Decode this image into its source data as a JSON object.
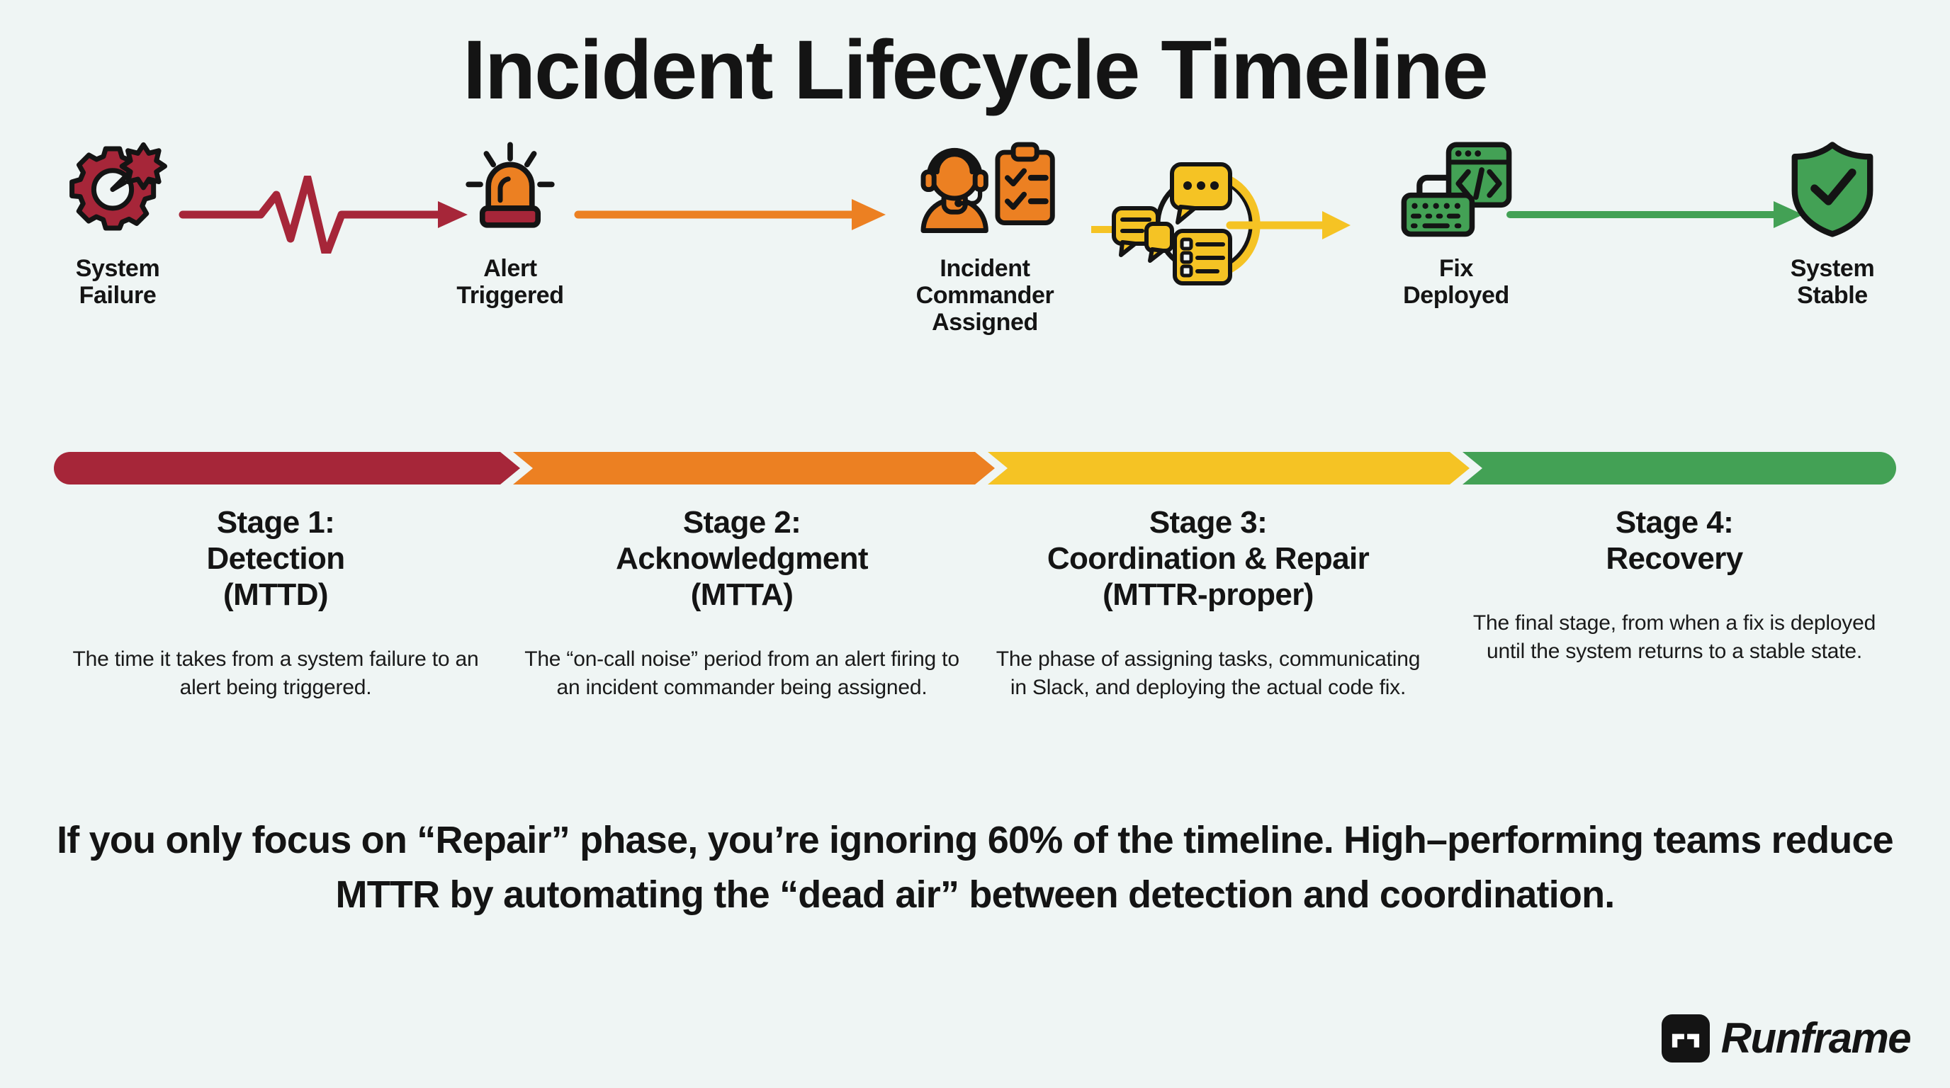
{
  "title": "Incident Lifecycle Timeline",
  "colors": {
    "background": "#eff5f4",
    "ink": "#141414",
    "stage1_red": "#a62639",
    "stage2_orange": "#ec8022",
    "stage3_yellow": "#f5c324",
    "stage4_green": "#43a155"
  },
  "flow": {
    "nodes": [
      {
        "id": "system-failure",
        "icon": "broken-gear-icon",
        "label": "System\nFailure"
      },
      {
        "id": "alert-triggered",
        "icon": "alert-siren-icon",
        "label": "Alert\nTriggered"
      },
      {
        "id": "incident-commander",
        "icon": "commander-clipboard-icon",
        "label": "Incident\nCommander\nAssigned"
      },
      {
        "id": "fix-deployed",
        "icon": "code-keyboard-icon",
        "label": "Fix\nDeployed"
      },
      {
        "id": "system-stable",
        "icon": "shield-check-icon",
        "label": "System\nStable"
      }
    ],
    "connectors": [
      {
        "id": "heartbeat-arrow",
        "style": "heartbeat",
        "color": "#a62639"
      },
      {
        "id": "straight-arrow-mtta",
        "style": "straight",
        "color": "#ec8022"
      },
      {
        "id": "loop-arrow-repair",
        "style": "loop",
        "color": "#f5c324"
      },
      {
        "id": "straight-arrow-recovery",
        "style": "straight",
        "color": "#43a155"
      }
    ]
  },
  "timeline": {
    "segments": [
      {
        "color": "#a62639",
        "stage": "Stage 1"
      },
      {
        "color": "#ec8022",
        "stage": "Stage 2"
      },
      {
        "color": "#f5c324",
        "stage": "Stage 3"
      },
      {
        "color": "#43a155",
        "stage": "Stage 4"
      }
    ]
  },
  "stages": [
    {
      "heading": "Stage 1:\nDetection\n(MTTD)",
      "description": "The time it takes from a system failure to an alert being triggered."
    },
    {
      "heading": "Stage 2:\nAcknowledgment\n(MTTA)",
      "description": "The “on-call noise” period from an alert firing to an incident commander being assigned."
    },
    {
      "heading": "Stage 3:\nCoordination & Repair\n(MTTR-proper)",
      "description": "The phase of assigning tasks, communicating in Slack, and deploying the actual code fix."
    },
    {
      "heading": "Stage 4:\nRecovery",
      "description": "The final stage, from when a fix is deployed until the system returns to a stable state."
    }
  ],
  "callout": "If you only focus on “Repair” phase, you’re ignoring 60% of the timeline. High–performing teams reduce MTTR by automating the “dead air” between detection and coordination.",
  "logo": {
    "mark": "runframe-logo-mark",
    "text": "Runframe"
  }
}
